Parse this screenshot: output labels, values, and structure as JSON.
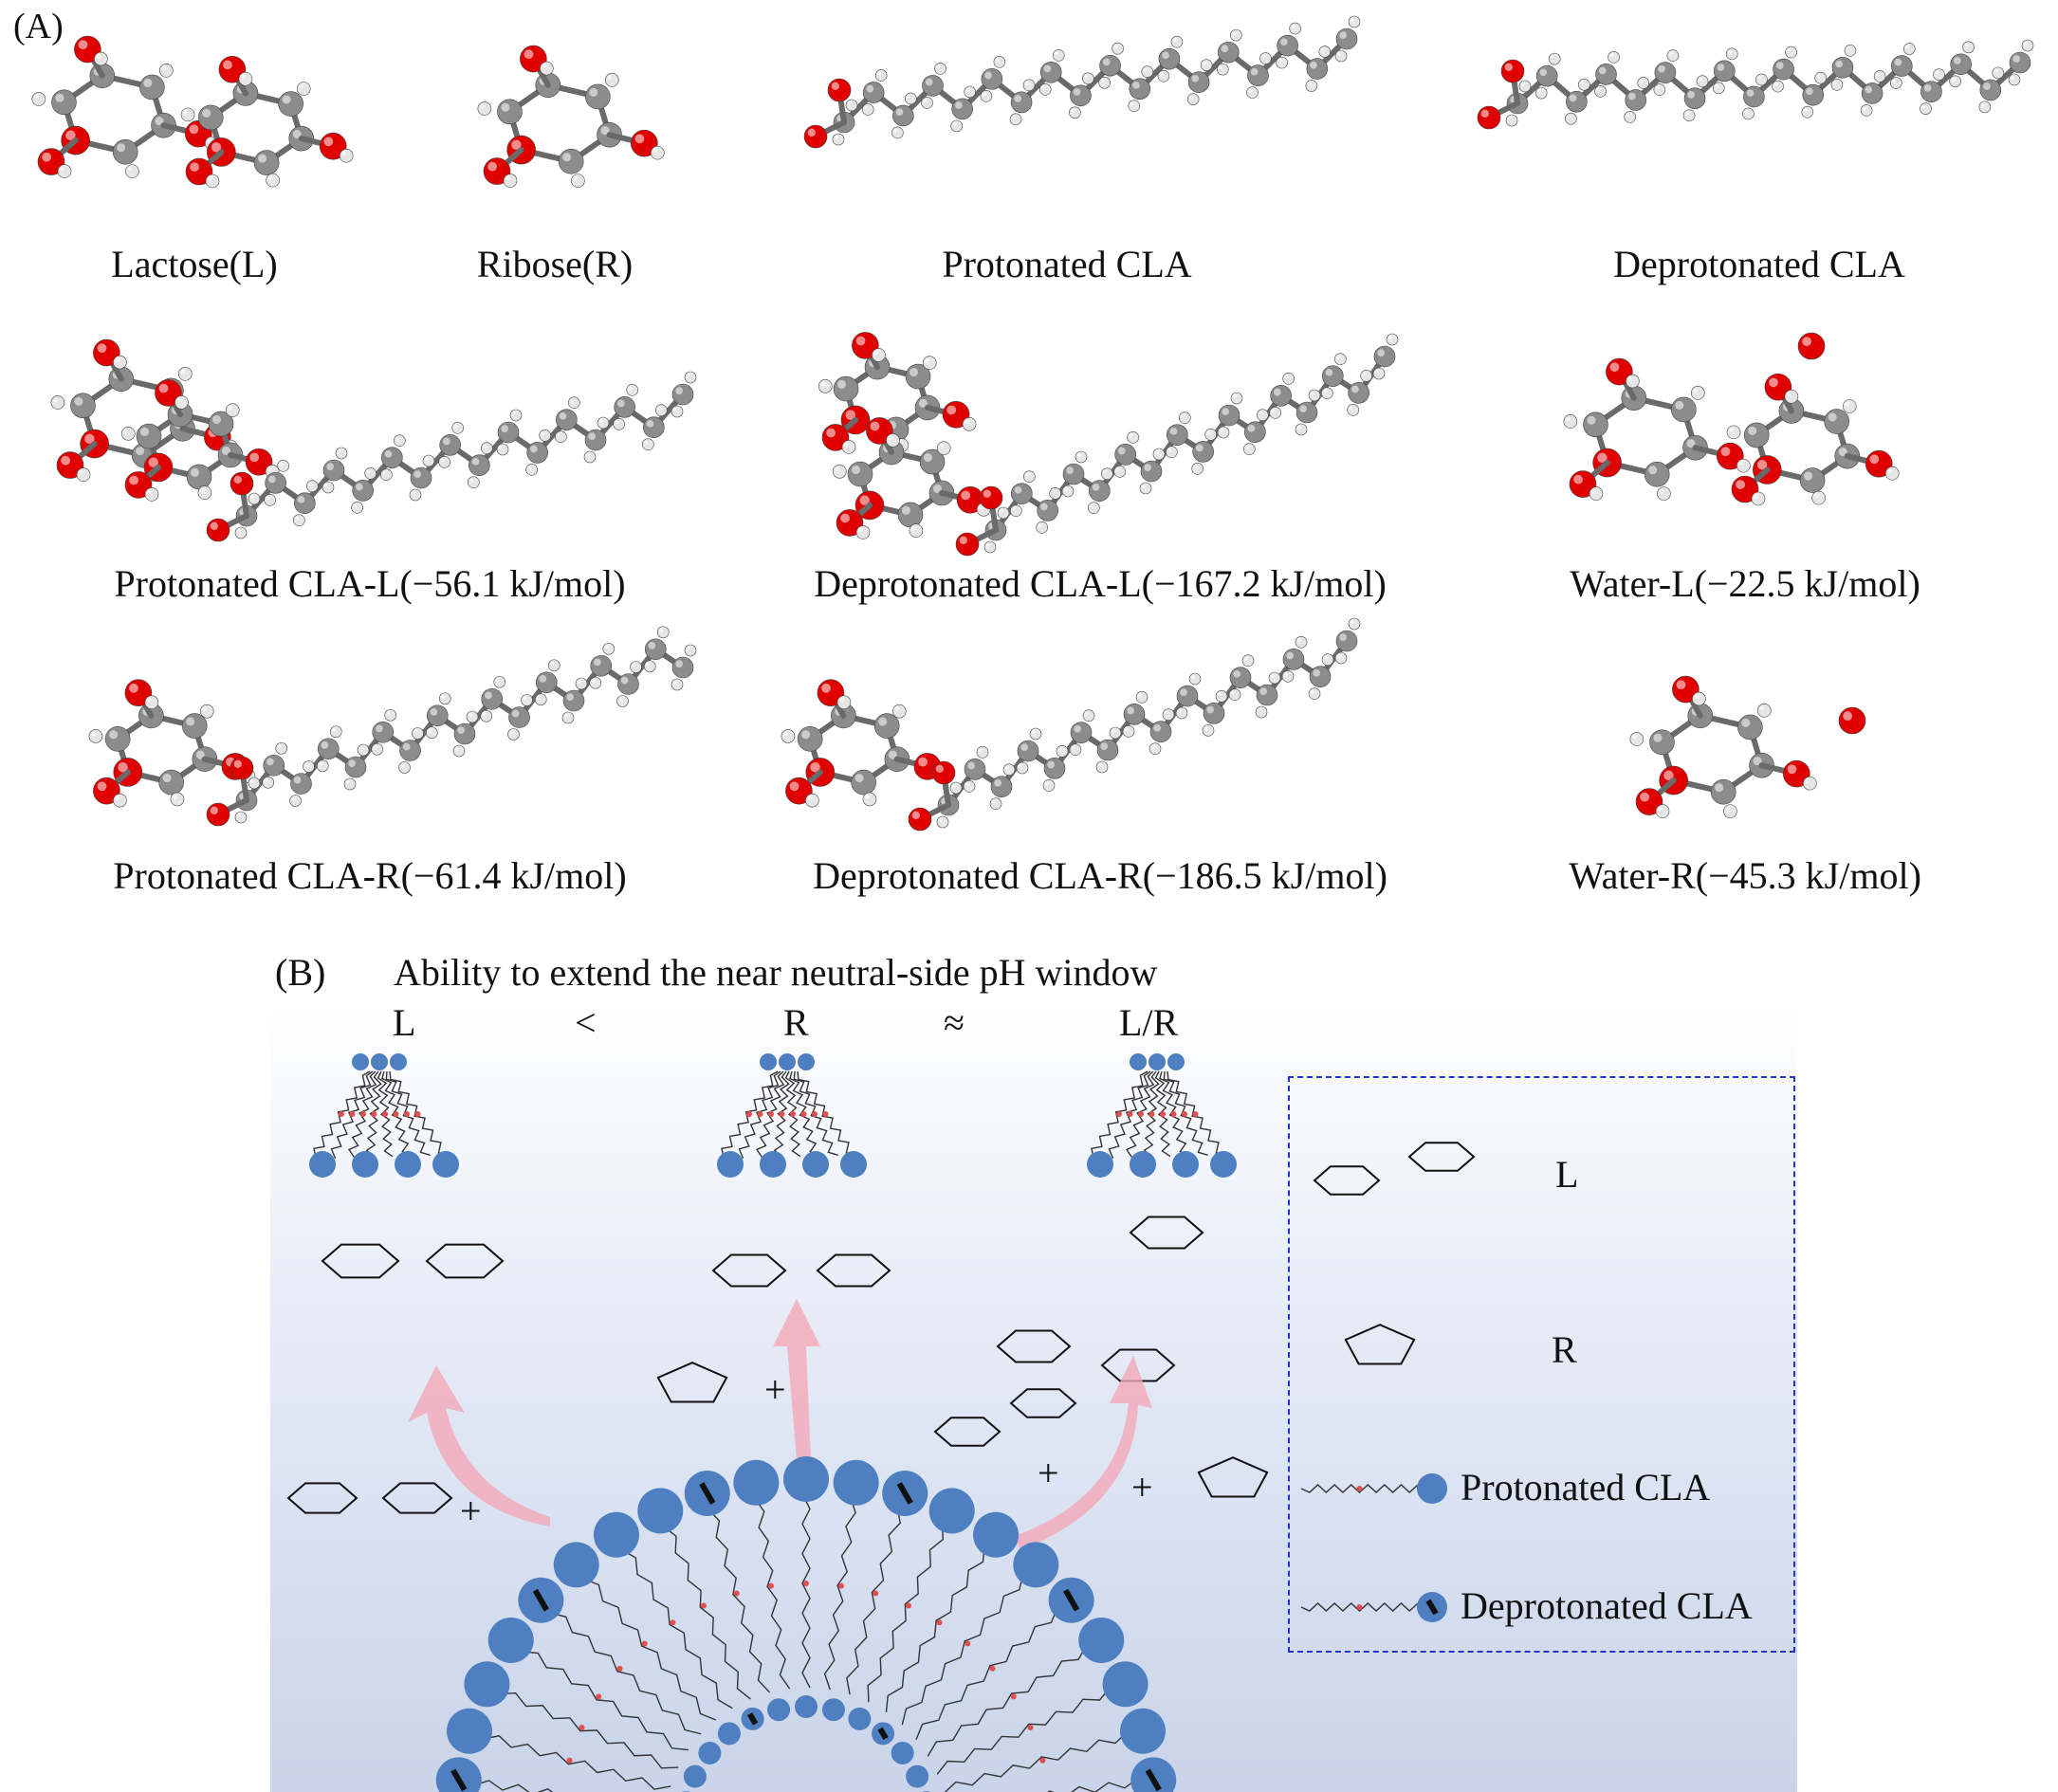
{
  "panel_a": {
    "label": "(A)",
    "molecules": [
      {
        "label": "Lactose(L)"
      },
      {
        "label": "Ribose(R)"
      },
      {
        "label": "Protonated CLA"
      },
      {
        "label": "Deprotonated CLA"
      },
      {
        "label": "Protonated CLA-L(−56.1 kJ/mol)"
      },
      {
        "label": "Deprotonated CLA-L(−167.2 kJ/mol)"
      },
      {
        "label": "Water-L(−22.5 kJ/mol)"
      },
      {
        "label": "Protonated CLA-R(−61.4 kJ/mol)"
      },
      {
        "label": "Deprotonated CLA-R(−186.5 kJ/mol)"
      },
      {
        "label": "Water-R(−45.3 kJ/mol)"
      }
    ]
  },
  "panel_b": {
    "label": "(B)",
    "title": "Ability to extend the near neutral-side pH window",
    "comparison": [
      "L",
      "<",
      "R",
      "≈",
      "L/R"
    ],
    "plus": "+",
    "legend": {
      "lactose": "L",
      "ribose": "R",
      "protonated": "Protonated CLA",
      "deprotonated": "Deprotonated CLA"
    }
  },
  "colors": {
    "oxygen": "#e00000",
    "carbon": "#8c8c8c",
    "hydrogen": "#e6e6e6",
    "headgroup": "#4e7fc0",
    "legend_border": "#2233cc",
    "arrow": "#f4a9b8"
  }
}
